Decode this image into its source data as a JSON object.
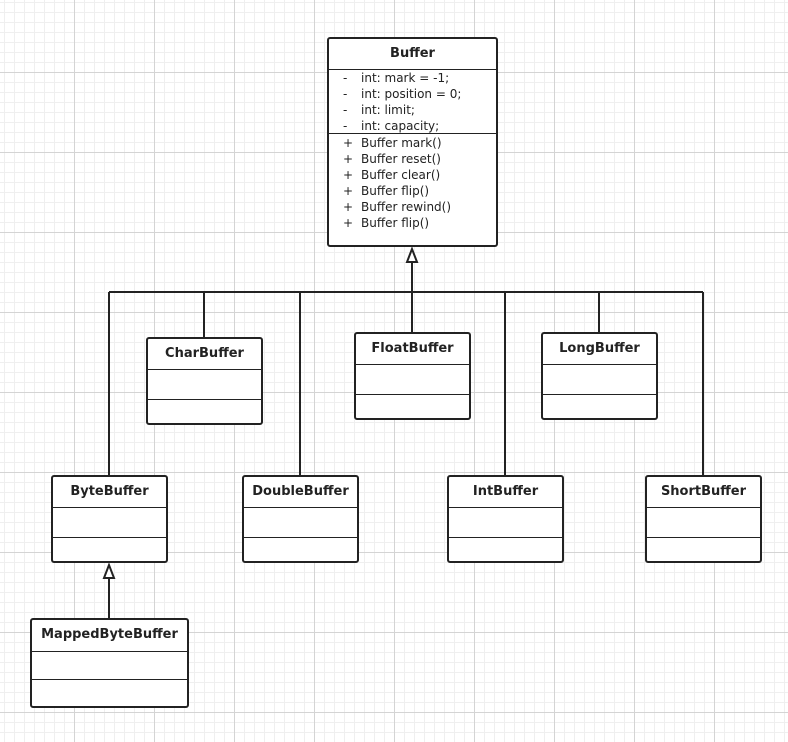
{
  "buffer": {
    "name": "Buffer",
    "attributes": [
      {
        "vis": "-",
        "text": "int: mark = -1;"
      },
      {
        "vis": "-",
        "text": "int: position = 0;"
      },
      {
        "vis": "-",
        "text": "int: limit;"
      },
      {
        "vis": "-",
        "text": "int: capacity;"
      }
    ],
    "operations": [
      {
        "vis": "+",
        "text": "Buffer mark()"
      },
      {
        "vis": "+",
        "text": "Buffer reset()"
      },
      {
        "vis": "+",
        "text": "Buffer clear()"
      },
      {
        "vis": "+",
        "text": "Buffer flip()"
      },
      {
        "vis": "+",
        "text": "Buffer rewind()"
      },
      {
        "vis": "+",
        "text": "Buffer flip()"
      }
    ]
  },
  "classes": {
    "char_buffer": "CharBuffer",
    "float_buffer": "FloatBuffer",
    "long_buffer": "LongBuffer",
    "byte_buffer": "ByteBuffer",
    "double_buffer": "DoubleBuffer",
    "int_buffer": "IntBuffer",
    "short_buffer": "ShortBuffer",
    "mapped_byte_buffer": "MappedByteBuffer"
  }
}
